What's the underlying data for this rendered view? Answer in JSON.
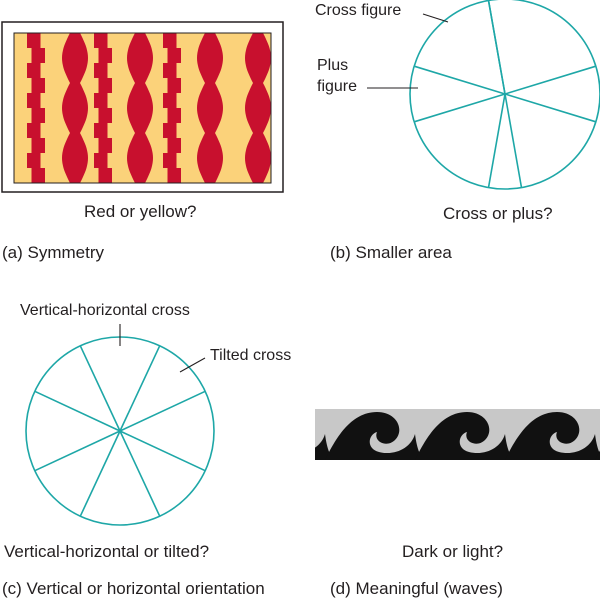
{
  "panel_a": {
    "question": "Red or yellow?",
    "caption": "(a) Symmetry",
    "colors": {
      "red": "#c8102e",
      "yellow": "#fbd27a",
      "frame": "#231f20"
    }
  },
  "panel_b": {
    "label_cross": "Cross figure",
    "label_plus_1": "Plus",
    "label_plus_2": "figure",
    "question": "Cross or plus?",
    "caption": "(b) Smaller area",
    "line_color": "#1ea7a7"
  },
  "panel_c": {
    "label_vertical": "Vertical-horizontal cross",
    "label_tilted": "Tilted cross",
    "question": "Vertical-horizontal or tilted?",
    "caption": "(c) Vertical or horizontal orientation",
    "line_color": "#1ea7a7"
  },
  "panel_d": {
    "question": "Dark or light?",
    "caption": "(d) Meaningful (waves)",
    "colors": {
      "dark": "#111111",
      "light": "#c8c8c8"
    }
  }
}
